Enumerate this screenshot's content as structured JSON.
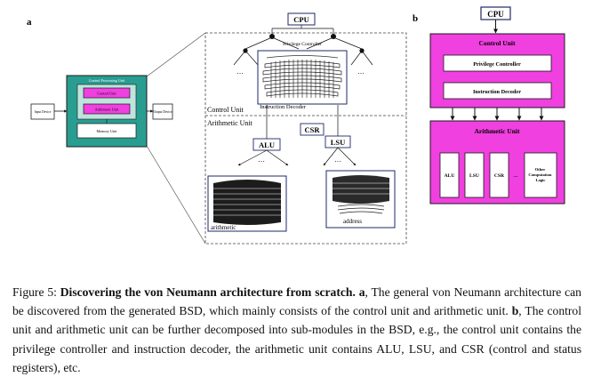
{
  "panel_a": {
    "label": "a",
    "cpu": "CPU",
    "control_processing_unit": "Control Processing Unit",
    "control_unit_small": "Control Unit",
    "arithmetic_unit_small": "Arithmetic Unit",
    "memory_unit": "Memory Unit",
    "input_device": "Input Device",
    "output_device": "Output Device",
    "privilege_controller": "Privilege Controller",
    "instruction_decoder": "Instruction Decoder",
    "control_unit": "Control Unit",
    "arithmetic_unit": "Arithmetic Unit",
    "csr": "CSR",
    "alu": "ALU",
    "lsu": "LSU",
    "arithmetic": "arithmetic",
    "address": "address",
    "ellipsis": "…"
  },
  "panel_b": {
    "label": "b",
    "cpu": "CPU",
    "control_unit": "Control Unit",
    "privilege_controller": "Privilege Controller",
    "instruction_decoder": "Instruction Decoder",
    "arithmetic_unit": "Arithmetic Unit",
    "alu": "ALU",
    "lsu": "LSU",
    "csr": "CSR",
    "dots": "...",
    "other_logic": "Other Computation Logic",
    "colors": {
      "fill": "#f040e0",
      "stroke": "#1a1a1a"
    }
  },
  "caption": {
    "figure_label": "Figure 5:",
    "title": "Discovering the von Neumann architecture from scratch.",
    "a_label": "a",
    "text_a": ", The general von Neumann architecture can be discovered from the generated BSD, which mainly consists of the control unit and arithmetic unit. ",
    "b_label": "b",
    "text_b": ", The control unit and arithmetic unit can be further decomposed into sub-modules in the BSD, e.g., the control unit contains the privilege controller and instruction decoder, the arithmetic unit contains ALU, LSU, and CSR (control and status registers), etc."
  }
}
